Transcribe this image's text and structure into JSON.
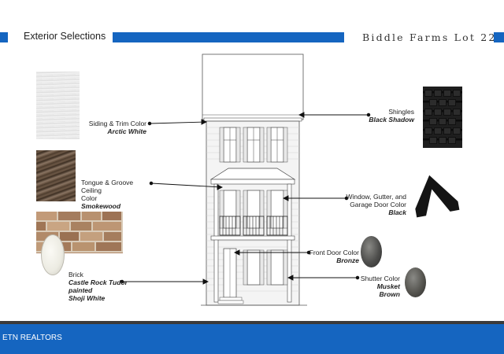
{
  "header": {
    "left_title": "Exterior Selections",
    "right_title": "Biddle Farms Lot 22",
    "accent_color": "#1565c0"
  },
  "selections": [
    {
      "label": "Siding & Trim Color",
      "value": "Arctic White"
    },
    {
      "label": "Tongue & Groove Ceiling Color",
      "value": "Smokewood"
    },
    {
      "label": "Brick",
      "value_line1": "Castle Rock Tudor painted",
      "value_line2": "Shoji White"
    },
    {
      "label": "Shingles",
      "value": "Black Shadow"
    },
    {
      "label": "Window, Gutter, and Garage Door Color",
      "value": "Black"
    },
    {
      "label": "Front Door Color",
      "value": "Bronze"
    },
    {
      "label": "Shutter Color",
      "value": "Musket Brown"
    }
  ],
  "tongue_groove_label_line1": "Tongue & Groove Ceiling",
  "tongue_groove_label_line2": "Color",
  "window_label_line1": "Window, Gutter, and",
  "window_label_line2": "Garage Door Color",
  "footer": {
    "text": "ETN REALTORS"
  }
}
